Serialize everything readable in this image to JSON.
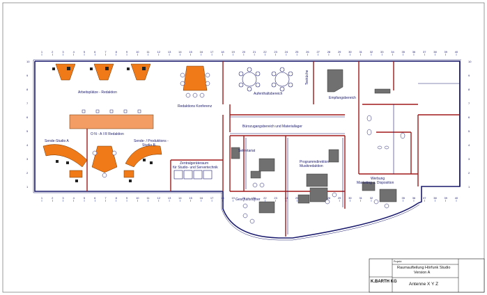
{
  "rooms": {
    "workstations": "Arbeitsplätze - Redaktion",
    "conference": "Redaktions Konferenz",
    "lounge": "Aufenthaltsbereich",
    "kitchen": "Teeküche",
    "reception": "Empfangsbereich",
    "onair": "O N - A I R Redaktion",
    "studio_a": "Sende-Studio A",
    "studio_b_1": "Sende- / Produktions -",
    "studio_b_2": "Studio B",
    "supply": "Bürozugangsbereich und Materiallager",
    "server_1": "Zentralgeräteraum",
    "server_2": "für Studio- und Servertechnik",
    "secretary": "Sekretariat",
    "program_1": "Programmdirektion",
    "program_2": "Musikredaktion",
    "manager": "Geschäftsführer",
    "marketing_1": "Werbung",
    "marketing_2": "Marketing u. Disposition"
  },
  "grid": {
    "top": [
      "1",
      "2",
      "3",
      "4",
      "5",
      "6",
      "7",
      "8",
      "9",
      "10",
      "11",
      "12",
      "13",
      "14",
      "15",
      "16",
      "17",
      "18",
      "19",
      "20",
      "21",
      "22",
      "23",
      "24",
      "25",
      "26",
      "27",
      "28",
      "29",
      "30",
      "31",
      "32",
      "33",
      "34",
      "35",
      "36",
      "37",
      "38",
      "39",
      "40"
    ],
    "bottom": [
      "1",
      "2",
      "3",
      "4",
      "5",
      "6",
      "7",
      "8",
      "9",
      "10",
      "11",
      "12",
      "13",
      "14",
      "15",
      "16",
      "17",
      "18",
      "19",
      "20",
      "21",
      "22",
      "23",
      "24",
      "25",
      "26",
      "27",
      "28",
      "29",
      "30",
      "31",
      "32",
      "33",
      "34",
      "35",
      "36",
      "37",
      "38",
      "39",
      "40"
    ],
    "side": [
      "10",
      "9",
      "8",
      "7",
      "6",
      "5",
      "4",
      "3",
      "2",
      "1"
    ]
  },
  "title_block": {
    "company": "K.BARTH  KG",
    "project_label": "Projekt:",
    "title_1": "Raumaufteilung Hörfunk Studio",
    "title_2": "Version A",
    "client": "Antenne  X Y Z"
  },
  "colors": {
    "wall": "#a01818",
    "line": "#1a1a6e",
    "furniture": "#f07a18",
    "desk": "#707070",
    "grid_mark": "#2030a0"
  }
}
